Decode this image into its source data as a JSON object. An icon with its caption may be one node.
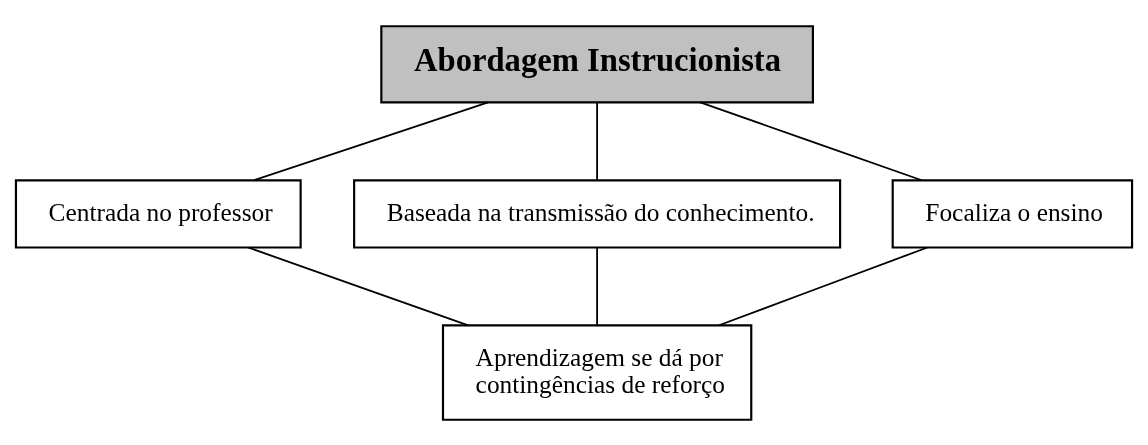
{
  "diagram": {
    "nodes": [
      {
        "text": [
          "Abordagem Instrucionista"
        ]
      },
      {
        "text": [
          "Centrada no professor"
        ]
      },
      {
        "text": [
          "Baseada na transmissão do conhecimento."
        ]
      },
      {
        "text": [
          "Focaliza o ensino"
        ]
      },
      {
        "text": [
          "Aprendizagem se dá por contingências de reforço"
        ]
      }
    ],
    "edges": [
      {
        "from": 0,
        "to": 1,
        "arrow": "none"
      },
      {
        "from": 0,
        "to": 2,
        "arrow": "none"
      },
      {
        "from": 0,
        "to": 3,
        "arrow": "none"
      },
      {
        "from": 1,
        "to": 4,
        "arrow": "none"
      },
      {
        "from": 2,
        "to": 4,
        "arrow": "none"
      },
      {
        "from": 3,
        "to": 4,
        "arrow": "none"
      }
    ]
  }
}
